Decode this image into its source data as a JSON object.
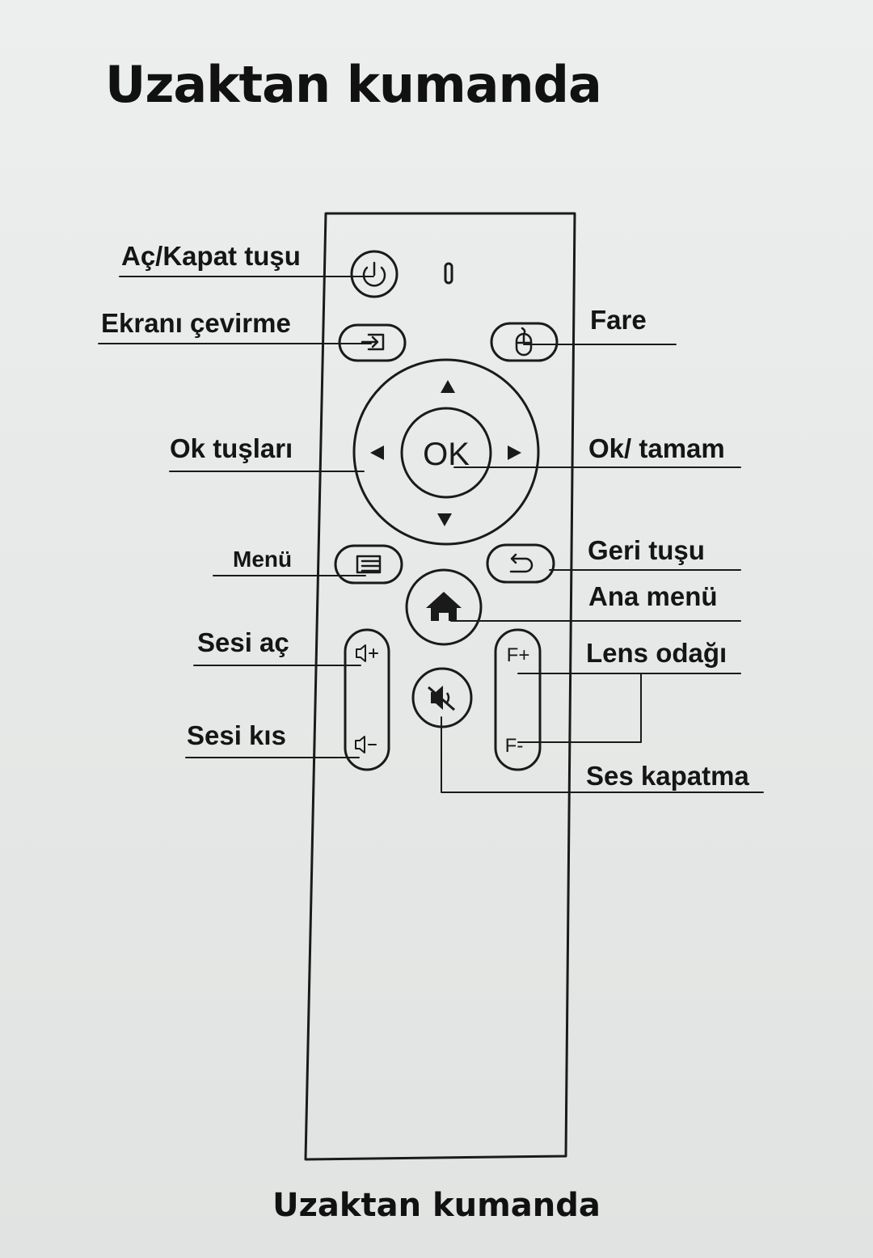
{
  "page": {
    "title": "Uzaktan kumanda",
    "caption": "Uzaktan kumanda"
  },
  "labels": {
    "power": "Aç/Kapat tuşu",
    "screen_flip": "Ekranı çevirme",
    "mouse": "Fare",
    "arrow_keys": "Ok tuşları",
    "ok": "Ok/ tamam",
    "menu": "Menü",
    "back": "Geri tuşu",
    "home": "Ana menü",
    "volume_up": "Sesi aç",
    "lens_focus": "Lens odağı",
    "volume_down": "Sesi kıs",
    "mute": "Ses kapatma"
  },
  "remote": {
    "ok_key": "OK",
    "focus_plus": "F+",
    "focus_minus": "F-",
    "icons": [
      "power-icon",
      "input-icon",
      "mouse-icon",
      "up-arrow-icon",
      "down-arrow-icon",
      "left-arrow-icon",
      "right-arrow-icon",
      "menu-icon",
      "back-icon",
      "home-icon",
      "volume-up-icon",
      "volume-down-icon",
      "mute-icon"
    ]
  }
}
